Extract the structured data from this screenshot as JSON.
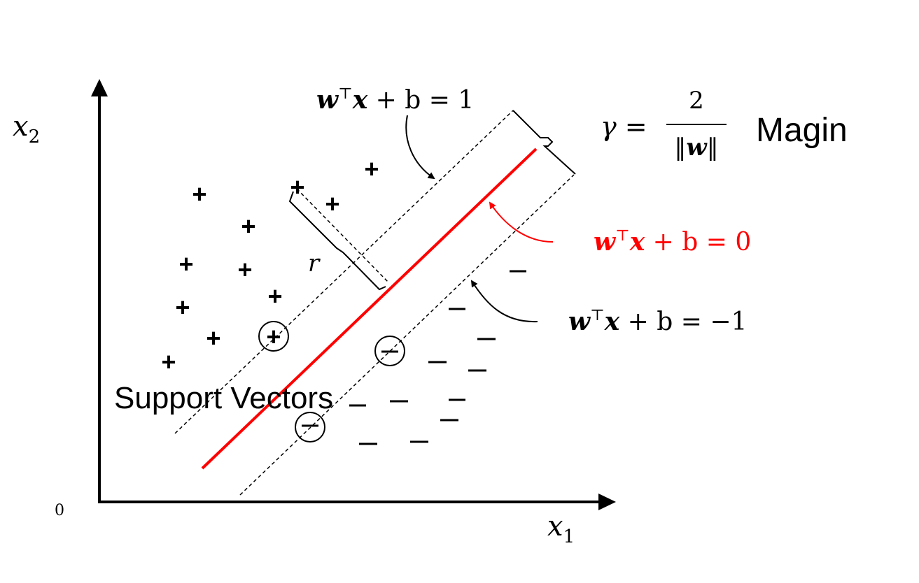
{
  "axes": {
    "x_label": "x",
    "x_sub": "1",
    "y_label": "x",
    "y_sub": "2",
    "origin": "0"
  },
  "equations": {
    "upper": {
      "w": "w",
      "T": "⊤",
      "x": "x",
      "rest": " + b = 1"
    },
    "center": {
      "w": "w",
      "T": "⊤",
      "x": "x",
      "rest": " + b = 0",
      "color": "#ff0000"
    },
    "lower": {
      "w": "w",
      "T": "⊤",
      "x": "x",
      "rest": " + b = −1"
    }
  },
  "margin": {
    "gamma": "γ =",
    "numerator": "2",
    "denominator_w": "w",
    "denominator_bars": "‖",
    "label": "Magin"
  },
  "distance_label": "r",
  "support_vectors_label": "Support Vectors",
  "symbols": {
    "plus": "+",
    "minus": "−"
  },
  "colors": {
    "hyperplane": "#ff0000",
    "ink": "#000000"
  }
}
